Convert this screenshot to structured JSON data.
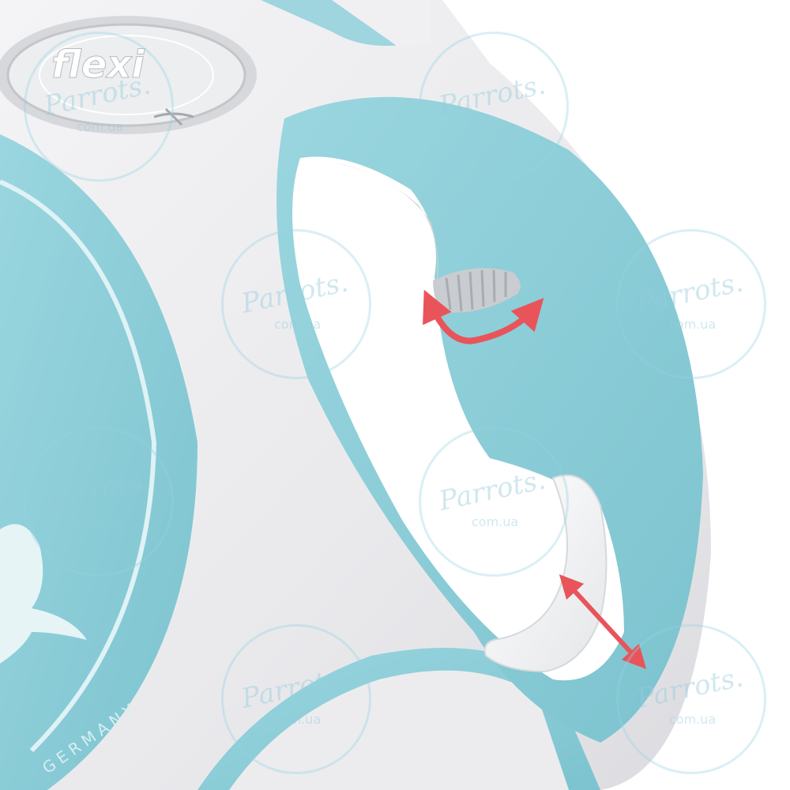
{
  "product": {
    "brand": "flexi",
    "body_text": "GERMANY",
    "colors": {
      "body": "#ececee",
      "accent": "#8fd0da",
      "accent_dark": "#6fb6c2",
      "arrow": "#e8545a",
      "white": "#ffffff"
    }
  },
  "watermark": {
    "main": "Parrots.",
    "sub": "com.ua"
  },
  "icons": {
    "rotate_arrow": "curved-double-arrow-icon",
    "adjust_arrow": "straight-double-arrow-icon"
  }
}
